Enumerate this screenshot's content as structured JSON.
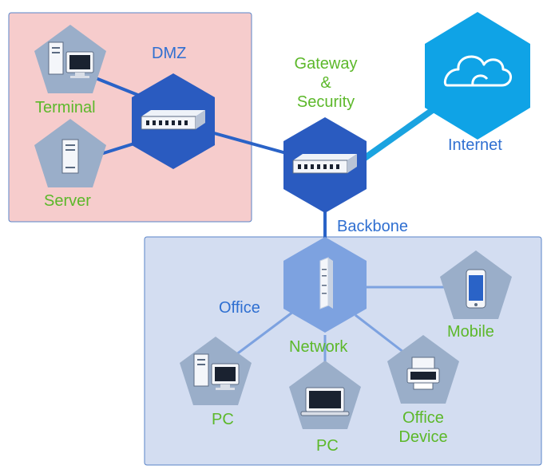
{
  "colors": {
    "dmz_zone_fill": "#f6cccc",
    "office_zone_fill": "#d3ddf1",
    "zone_border": "#5a84c8",
    "hex_dark": "#2a5bc0",
    "hex_office": "#7da2e0",
    "hex_internet": "#0fa3e6",
    "pentagon": "#9aaec9",
    "link": "#2a63c7",
    "internet_link": "#1aa3e0",
    "label_green": "#5cb82a",
    "label_blue": "#2f6fd1"
  },
  "zones": {
    "dmz": {
      "label": "DMZ"
    },
    "office": {
      "label": "Office"
    }
  },
  "nodes": {
    "terminal": {
      "label": "Terminal",
      "icon": "desktop-computer-icon"
    },
    "server": {
      "label": "Server",
      "icon": "server-tower-icon"
    },
    "dmz_switch": {
      "icon": "switch-icon"
    },
    "gateway": {
      "label_lines": [
        "Gateway",
        "&",
        "Security"
      ],
      "icon": "switch-icon"
    },
    "internet": {
      "label": "Internet",
      "icon": "cloud-icon"
    },
    "office_network": {
      "label": "Network",
      "icon": "network-tower-icon"
    },
    "mobile": {
      "label": "Mobile",
      "icon": "smartphone-icon"
    },
    "pc_desktop": {
      "label": "PC",
      "icon": "desktop-computer-icon"
    },
    "pc_laptop": {
      "label": "PC",
      "icon": "laptop-icon"
    },
    "office_device": {
      "label_lines": [
        "Office",
        "Device"
      ],
      "icon": "printer-icon"
    }
  },
  "links": {
    "backbone": {
      "label": "Backbone"
    }
  }
}
